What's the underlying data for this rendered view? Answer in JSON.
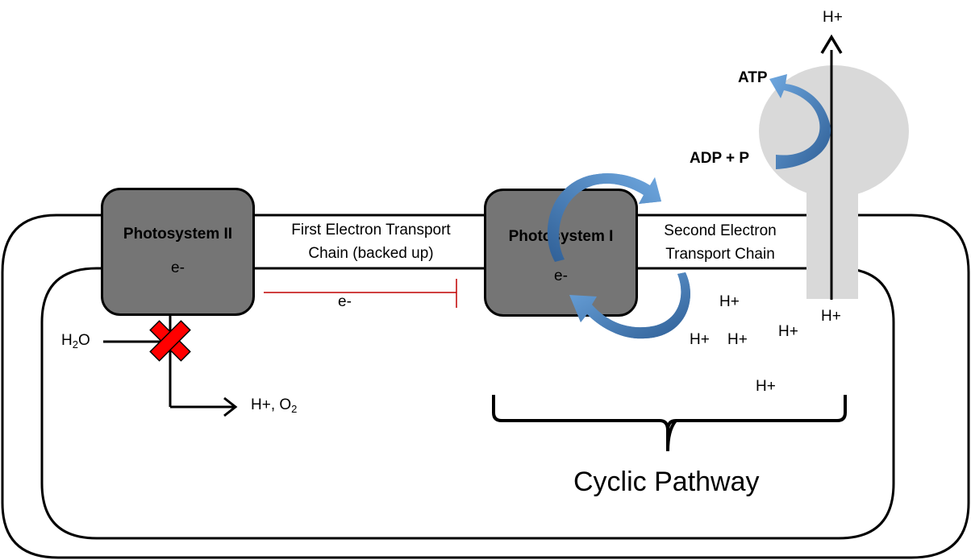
{
  "photosystem_ii": {
    "label": "Photosystem II",
    "electron": "e-"
  },
  "photosystem_i": {
    "label": "Photosystem I",
    "electron": "e-"
  },
  "first_etc": {
    "line1": "First Electron Transport",
    "line2": "Chain (backed up)"
  },
  "second_etc": {
    "line1": "Second Electron",
    "line2": "Transport Chain"
  },
  "blocked_electron": "e-",
  "water": {
    "base": "H",
    "sub": "2",
    "tail": "O"
  },
  "products": {
    "base": "H+, O",
    "sub": "2"
  },
  "atp_synthase": {
    "atp": "ATP",
    "adp": "ADP + P",
    "proton_top": "H+",
    "proton_bottom": "H+"
  },
  "protons": [
    "H+",
    "H+",
    "H+",
    "H+",
    "H+"
  ],
  "cyclic_label": "Cyclic Pathway",
  "colors": {
    "photosystem_fill": "#757575",
    "synthase_fill": "#d9d9d9",
    "blocked_line": "#c00000",
    "x_mark": "#ff0000",
    "arrow_light": "#5b9bd5",
    "arrow_dark": "#3a6ea5"
  }
}
